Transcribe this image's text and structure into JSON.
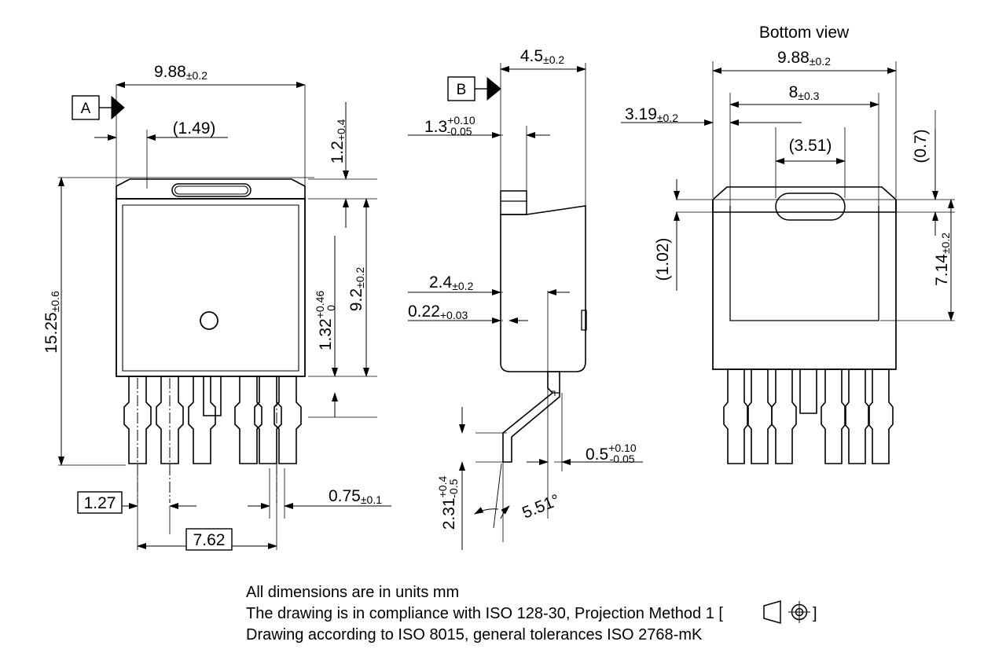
{
  "drawing": {
    "title_bottom_view": "Bottom view",
    "datums": [
      {
        "id": "A",
        "label": "A"
      },
      {
        "id": "B",
        "label": "B"
      }
    ],
    "notes": [
      "All dimensions are in units mm",
      "The drawing is in compliance with ISO 128-30, Projection Method 1 [",
      "Drawing according to ISO 8015, general tolerances ISO 2768-mK"
    ],
    "note_projection_suffix": "]",
    "projection_symbol_name": "first-angle-projection-symbol",
    "ink_color": "#000000",
    "background_color": "#ffffff"
  },
  "front_view": {
    "name": "front-view",
    "dimensions": {
      "width_overall": {
        "value": "9.88",
        "tol": "±0.2",
        "orientation": "horizontal"
      },
      "tab_offset": {
        "value": "(1.49)",
        "tol": "",
        "orientation": "horizontal",
        "reference": true
      },
      "flange_thickness": {
        "value": "1.2",
        "tol": "+0.4",
        "orientation": "vertical"
      },
      "height_overall": {
        "value": "15.25",
        "tol": "±0.6",
        "orientation": "vertical"
      },
      "body_height": {
        "value": "9.2",
        "tol": "±0.2",
        "orientation": "vertical"
      },
      "lead_shoulder": {
        "value": "1.32",
        "tol_upper": "+0.46",
        "tol_lower": "0",
        "orientation": "vertical"
      },
      "pitch_basic": {
        "value": "1.27",
        "boxed": true,
        "orientation": "horizontal"
      },
      "span_basic": {
        "value": "7.62",
        "boxed": true,
        "orientation": "horizontal"
      },
      "lead_width": {
        "value": "0.75",
        "tol": "±0.1",
        "orientation": "horizontal"
      }
    }
  },
  "side_view": {
    "name": "side-view",
    "dimensions": {
      "depth_overall": {
        "value": "4.5",
        "tol": "±0.2",
        "orientation": "horizontal"
      },
      "tab_depth": {
        "value": "1.3",
        "tol_upper": "+0.10",
        "tol_lower": "-0.05",
        "orientation": "horizontal"
      },
      "standoff_x": {
        "value": "2.4",
        "tol": "±0.2",
        "orientation": "horizontal"
      },
      "lead_thickness": {
        "value": "0.22",
        "tol": "+0.03",
        "orientation": "horizontal"
      },
      "foot_length": {
        "value": "0.5",
        "tol_upper": "+0.10",
        "tol_lower": "-0.05",
        "orientation": "horizontal"
      },
      "lead_height": {
        "value": "2.31",
        "tol_upper": "+0.4",
        "tol_lower": "-0.5",
        "orientation": "vertical"
      },
      "lead_angle": {
        "value": "5.51°",
        "orientation": "angular"
      }
    }
  },
  "bottom_view": {
    "name": "bottom-view",
    "dimensions": {
      "width_overall": {
        "value": "9.88",
        "tol": "±0.2",
        "orientation": "horizontal"
      },
      "pad_width": {
        "value": "8",
        "tol": "±0.3",
        "orientation": "horizontal"
      },
      "edge_offset": {
        "value": "3.19",
        "tol": "±0.2",
        "orientation": "horizontal"
      },
      "slot_width": {
        "value": "(3.51)",
        "tol": "",
        "orientation": "horizontal",
        "reference": true
      },
      "flange_edge": {
        "value": "(0.7)",
        "tol": "",
        "orientation": "vertical",
        "reference": true
      },
      "slot_offset": {
        "value": "(1.02)",
        "tol": "",
        "orientation": "vertical",
        "reference": true
      },
      "pad_height": {
        "value": "7.14",
        "tol": "±0.2",
        "orientation": "vertical"
      }
    }
  }
}
